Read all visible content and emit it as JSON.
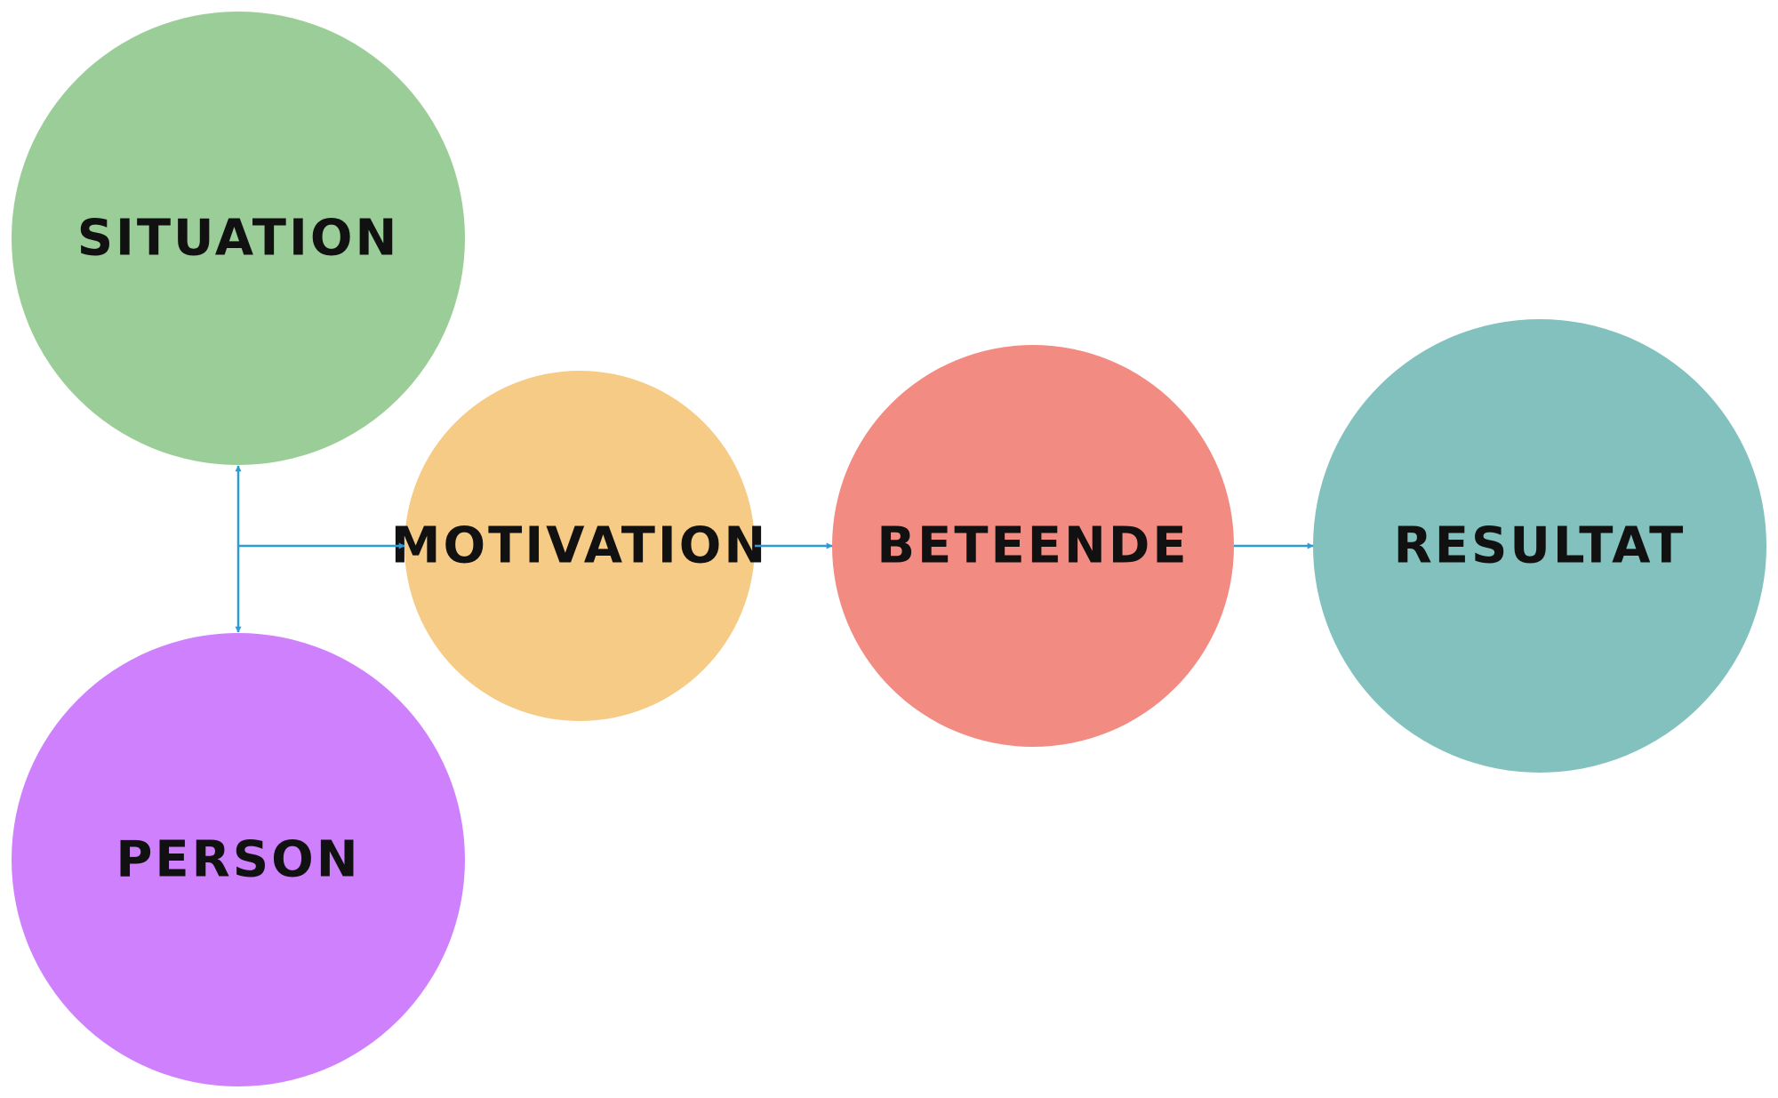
{
  "diagram": {
    "nodes": {
      "situation": {
        "label": "SITUATION",
        "color": "#9acd97"
      },
      "person": {
        "label": "PERSON",
        "color": "#cf80fd"
      },
      "motivation": {
        "label": "MOTIVATION",
        "color": "#f6cb86"
      },
      "beteende": {
        "label": "BETEENDE",
        "color": "#f28b81"
      },
      "resultat": {
        "label": "RESULTAT",
        "color": "#82c1bd"
      }
    },
    "edges": [
      {
        "from": "situation",
        "to": "person",
        "type": "bidirectional"
      },
      {
        "from": "situation-person-link",
        "to": "motivation",
        "type": "directed"
      },
      {
        "from": "motivation",
        "to": "beteende",
        "type": "directed"
      },
      {
        "from": "beteende",
        "to": "resultat",
        "type": "directed"
      }
    ],
    "connector_color": "#2e9ad6"
  }
}
